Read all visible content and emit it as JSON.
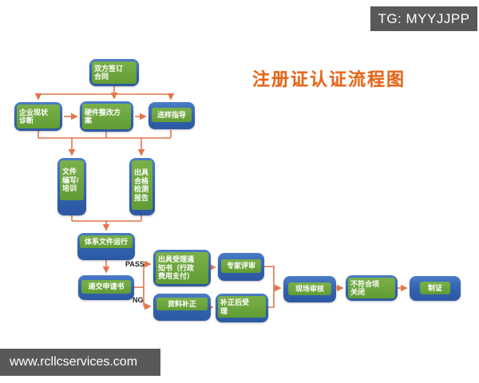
{
  "badge": {
    "text": "TG: MYYJJPP"
  },
  "watermark": {
    "text": "www.rcllcservices.com"
  },
  "title": {
    "text": "注册证认证流程图"
  },
  "flow": {
    "edge_labels": {
      "pass": "PASS",
      "ng": "NG"
    },
    "nodes": {
      "sign_contract": {
        "label": "双方签订\n合同"
      },
      "status_diagnosis": {
        "label": "企业现状\n诊断"
      },
      "hardware_rectify": {
        "label": "硬件整改方\n案"
      },
      "sample_guidance": {
        "label": "送样指导"
      },
      "doc_training": {
        "label": "文件\n编写/\n培训"
      },
      "test_report": {
        "label": "出具\n合格\n检测\n报告"
      },
      "system_run": {
        "label": "体系文件运行"
      },
      "submit_application": {
        "label": "递交申请书"
      },
      "acceptance_notice": {
        "label": "出具受理通\n知书（行政\n费用支付）"
      },
      "expert_review": {
        "label": "专家评审"
      },
      "material_correction": {
        "label": "资料补正"
      },
      "post_correction_acceptance": {
        "label": "补正后受\n理"
      },
      "site_audit": {
        "label": "现场审核"
      },
      "nonconformity_closure": {
        "label": "不符合项\n关闭"
      },
      "certificate_issue": {
        "label": "制证"
      }
    }
  },
  "colors": {
    "node_blue": "#3a68b5",
    "node_green": "#67a23b",
    "arrow_orange": "#e0764a",
    "title_orange": "#e5671a",
    "bar_gray": "#595959"
  }
}
